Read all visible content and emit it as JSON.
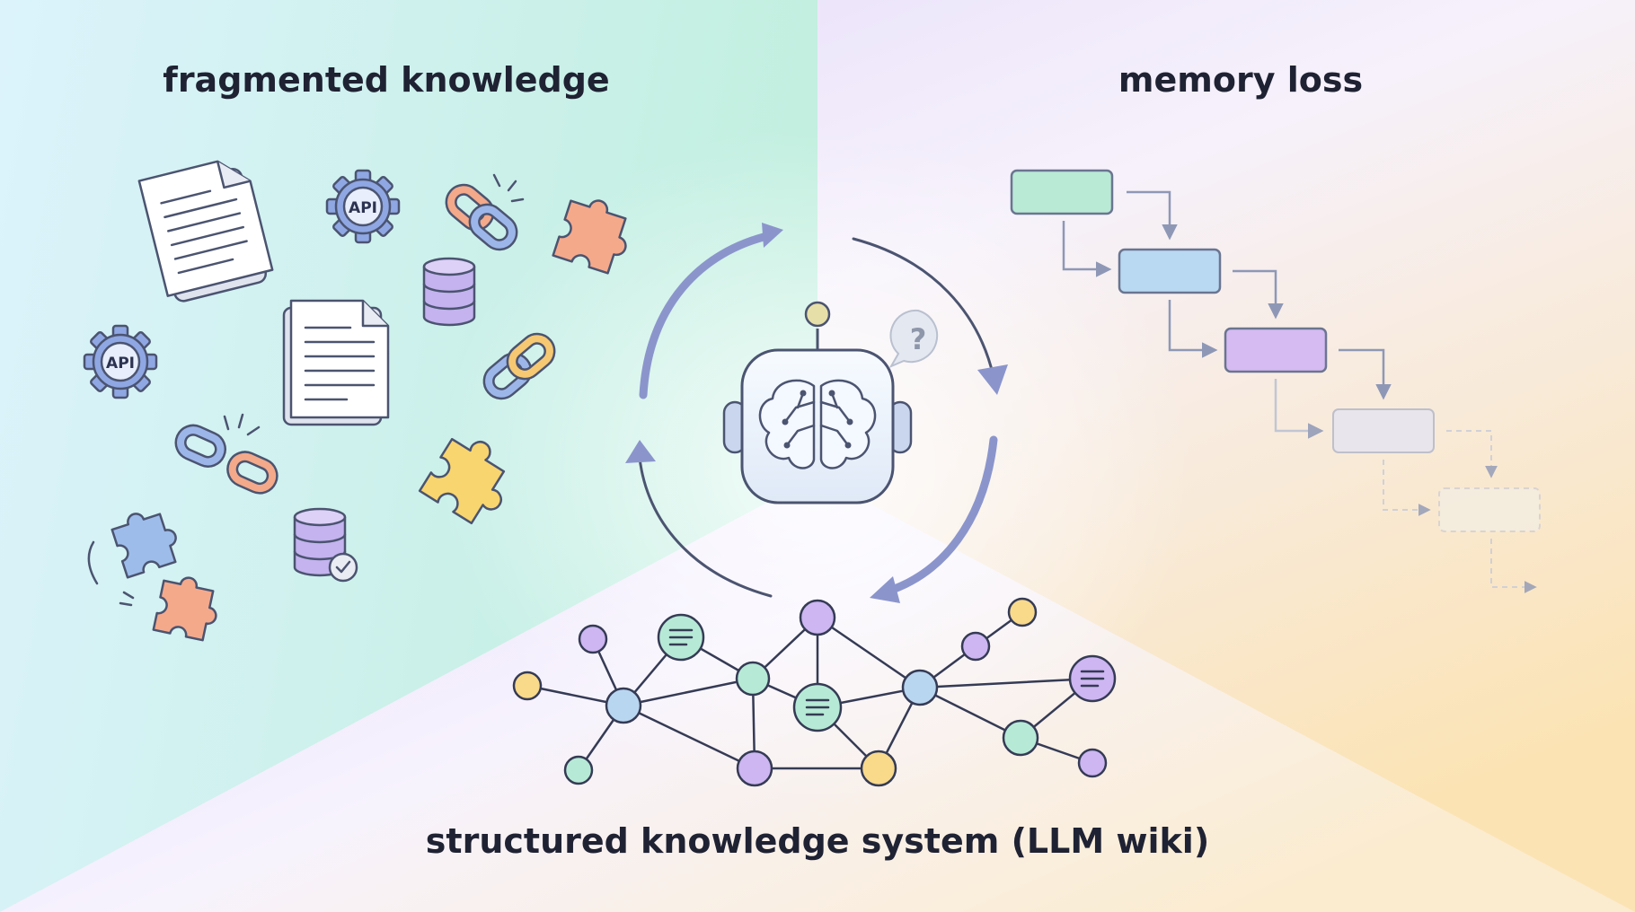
{
  "labels": {
    "fragmented": "fragmented knowledge",
    "memory": "memory loss",
    "structured": "structured knowledge system (LLM wiki)",
    "api": "API",
    "question": "?"
  },
  "colors": {
    "mint": "#bfeedd",
    "sky": "#d6f0fa",
    "lavender": "#e3dbfb",
    "peach": "#fbe9c6",
    "ink": "#1f2233",
    "outline": "#4b5470",
    "arrow": "#7e88c8",
    "node_purple": "#cdb6f2",
    "node_green": "#b7ead6",
    "node_blue": "#b9d6f1",
    "node_yellow": "#f9d98a"
  },
  "icons": [
    "document-icon",
    "api-gear-icon",
    "chain-link-icon",
    "broken-chain-icon",
    "puzzle-piece-icon",
    "database-icon",
    "database-check-icon",
    "robot-brain-icon",
    "question-bubble-icon",
    "cycle-arrow-icon",
    "flowchart-step-icon",
    "knowledge-node-icon",
    "document-node-icon"
  ]
}
